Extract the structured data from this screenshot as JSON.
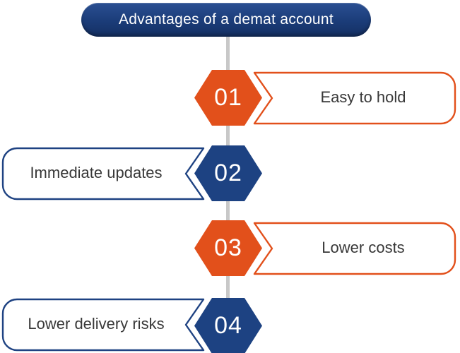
{
  "title": "Advantages of a demat account",
  "items": [
    {
      "number": "01",
      "label": "Easy to hold",
      "side": "right",
      "accent": "#E2501B"
    },
    {
      "number": "02",
      "label": "Immediate updates",
      "side": "left",
      "accent": "#1D4282"
    },
    {
      "number": "03",
      "label": "Lower costs",
      "side": "right",
      "accent": "#E2501B"
    },
    {
      "number": "04",
      "label": "Lower delivery risks",
      "side": "left",
      "accent": "#1D4282"
    }
  ],
  "colors": {
    "orange": "#E2501B",
    "navy_blue": "#1D4282",
    "header_navy": "#1B3C78",
    "connector_gray": "#C8C8C8",
    "label_text": "#383838",
    "number_text": "#FFFFFF",
    "background": "#FFFFFF"
  }
}
